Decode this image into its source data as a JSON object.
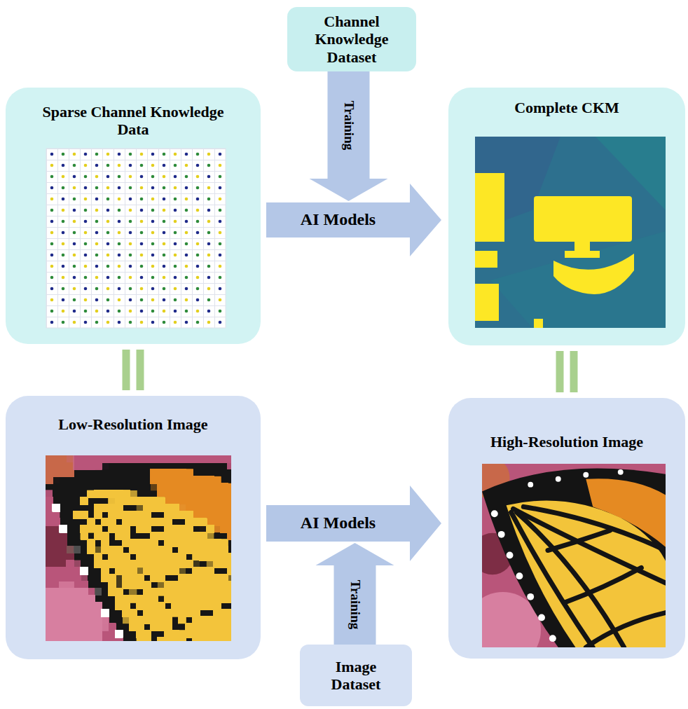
{
  "diagram": {
    "nodes": [
      {
        "text": [
          "Channel Knowledge Dataset"
        ]
      },
      {
        "text": [
          "Sparse Channel Knowledge Data"
        ]
      },
      {
        "text": [
          "AI Models"
        ]
      },
      {
        "text": [
          "Complete CKM"
        ]
      },
      {
        "text": [
          "Low-Resolution Image"
        ]
      },
      {
        "text": [
          "AI Models"
        ]
      },
      {
        "text": [
          "High-Resolution Image"
        ]
      },
      {
        "text": [
          "Image Dataset"
        ]
      }
    ],
    "edges": [
      {
        "from": 0,
        "to": 2,
        "arrow": "to",
        "label": "Training"
      },
      {
        "from": 7,
        "to": 5,
        "arrow": "to",
        "label": "Training"
      },
      {
        "from": 1,
        "to": 4,
        "arrow": "none"
      },
      {
        "from": 3,
        "to": 6,
        "arrow": "none"
      }
    ]
  }
}
